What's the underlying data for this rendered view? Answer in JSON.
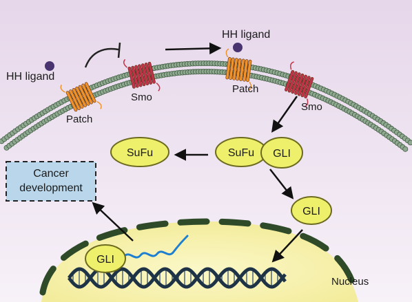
{
  "labels": {
    "hh_ligand_left": "HH ligand",
    "hh_ligand_top": "HH ligand",
    "patch_left": "Patch",
    "patch_right": "Patch",
    "smo_left": "Smo",
    "smo_right": "Smo",
    "sufu_free": "SuFu",
    "sufu_complex": "SuFu",
    "gli_complex": "GLI",
    "gli_free": "GLI",
    "gli_nucleus": "GLI",
    "cancer_line1": "Cancer",
    "cancer_line2": "development",
    "nucleus": "Nucleus"
  },
  "colors": {
    "background_top": "#e6d7ea",
    "background_bottom": "#f7f1f8",
    "membrane_bead": "#8fa890",
    "membrane_stroke": "#3f5a40",
    "patch": "#f0932b",
    "smo": "#c0344a",
    "ligand": "#4a3470",
    "protein_fill": "#eef06b",
    "protein_stroke": "#6b6a1e",
    "nucleus_fill": "#faf5b4",
    "nucleus_border": "#2e4a28",
    "cancer_box": "#b9d6ea",
    "dna_dark": "#1f3346",
    "rna": "#1e7fd0"
  }
}
